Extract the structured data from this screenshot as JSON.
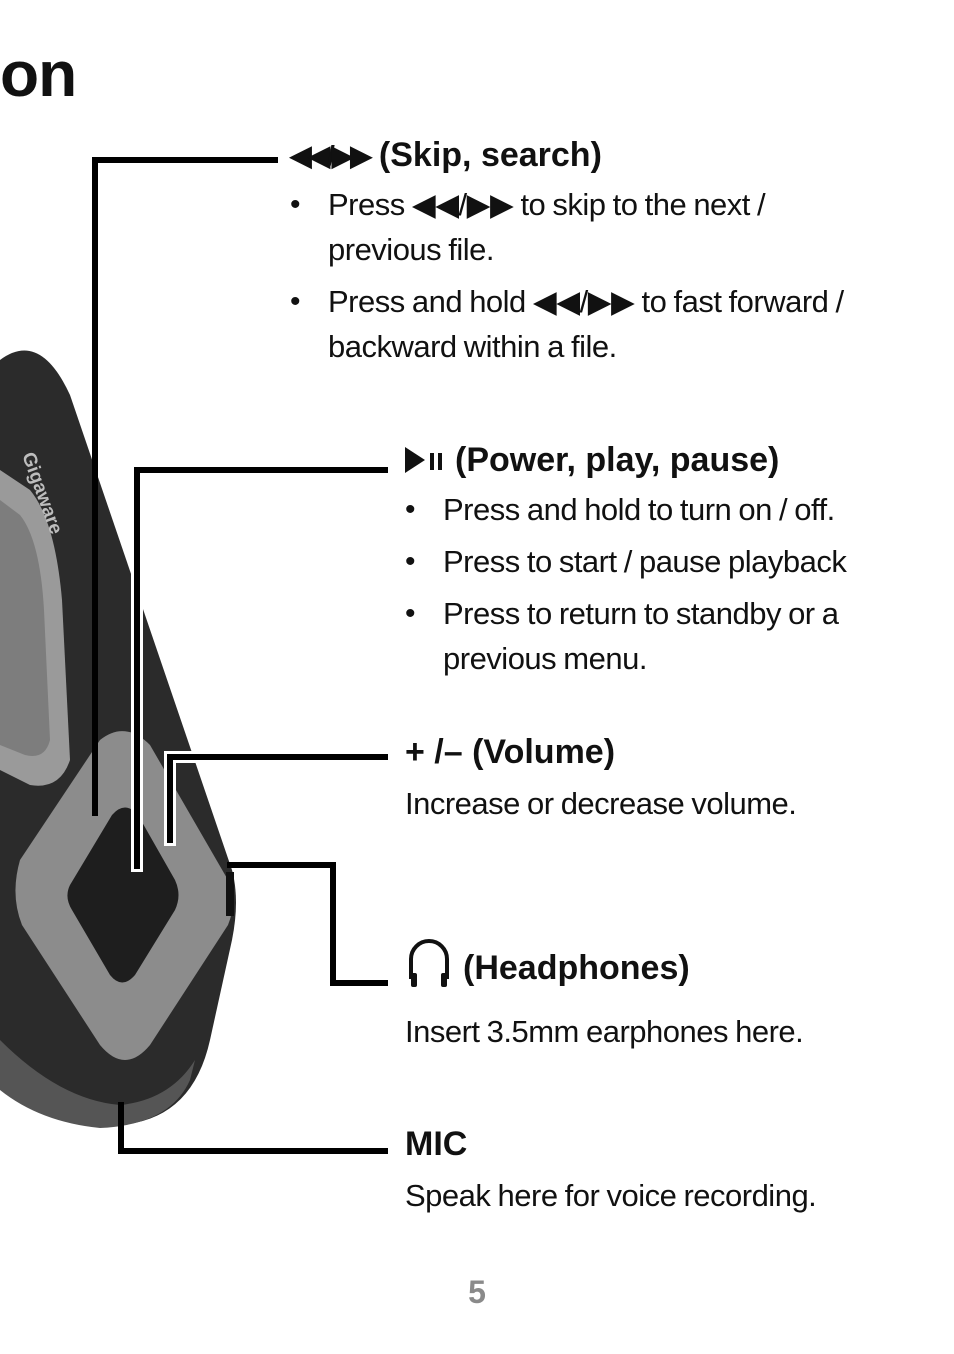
{
  "page": {
    "title_fragment": "on",
    "page_number": "5"
  },
  "sections": {
    "skip": {
      "icon_text": "◀◀/▶▶",
      "heading": "(Skip, search)",
      "bullets": [
        "Press ◀◀/▶▶ to skip to the next / previous file.",
        "Press and hold ◀◀/▶▶ to fast forward / backward within a file."
      ]
    },
    "power": {
      "heading": "(Power, play, pause)",
      "bullets": [
        "Press and hold to turn on / off.",
        "Press to start / pause playback",
        "Press to return to standby or a previous menu."
      ]
    },
    "volume": {
      "heading": "+ /– (Volume)",
      "description": "Increase or decrease volume."
    },
    "headphones": {
      "heading": "(Headphones)",
      "description": "Insert 3.5mm earphones here."
    },
    "mic": {
      "heading": "MIC",
      "description": "Speak here for voice recording."
    }
  },
  "device": {
    "brand_text": "Gigaware"
  },
  "colors": {
    "text": "#111111",
    "device_body": "#2b2b2b",
    "device_ring": "#8c8c8c",
    "page_number": "#8a8a8a"
  }
}
